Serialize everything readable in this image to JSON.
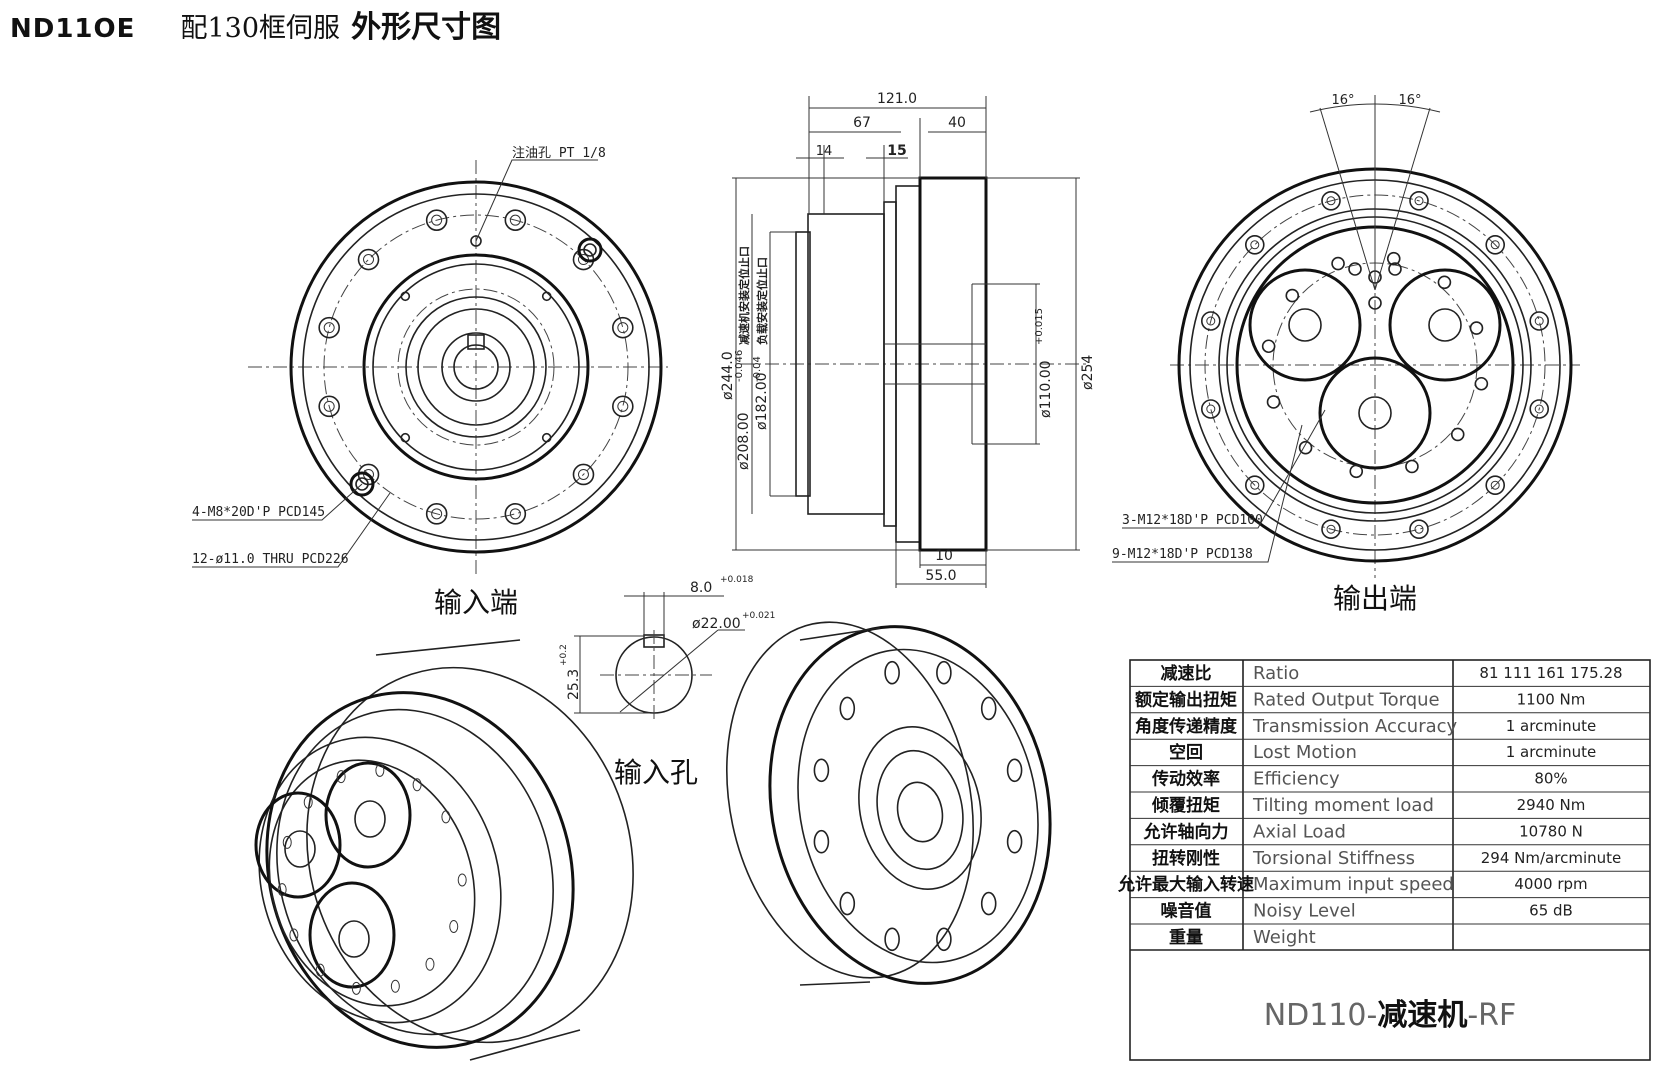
{
  "title": {
    "model": "ND11OE",
    "subtitle": "配130框伺服",
    "drawing_name": "外形尺寸图"
  },
  "input_view": {
    "oil_hole_note": "注油孔 PT 1/8",
    "tapped_holes_note": "4-M8*20D'P PCD145",
    "thru_holes_note": "12-ø11.0 THRU PCD226",
    "caption": "输入端"
  },
  "side_view": {
    "dims": {
      "overall": "121.0",
      "d67": "67",
      "d40": "40",
      "d14": "14",
      "d15": "15",
      "d10": "10",
      "d55": "55.0",
      "dia244": "ø244.0",
      "dia208": "ø208.00",
      "dia208_tol": "-0.046",
      "dia182": "ø182.00",
      "dia182_tol": "-0.04",
      "dia110": "ø110.00",
      "dia110_tol": "+0.015",
      "dia254": "ø254"
    },
    "notes": {
      "motor_spigot": "减速机安装定位止口",
      "load_spigot": "负载安装定位止口"
    }
  },
  "output_view": {
    "angle_left": "16°",
    "angle_right": "16°",
    "holes_pcd100": "3-M12*18D'P PCD100",
    "holes_pcd138": "9-M12*18D'P PCD138",
    "caption": "输出端"
  },
  "input_bore": {
    "key_width": "8.0",
    "key_width_tol": "+0.018",
    "bore_dia": "ø22.00",
    "bore_dia_tol": "+0.021",
    "key_depth": "25.3",
    "key_depth_tol": "+0.2",
    "caption": "输入孔"
  },
  "spec_table": {
    "rows": [
      {
        "cn": "减速比",
        "en": "Ratio",
        "value": "81 111 161 175.28"
      },
      {
        "cn": "额定输出扭矩",
        "en": "Rated Output Torque",
        "value": "1100 Nm"
      },
      {
        "cn": "角度传递精度",
        "en": "Transmission Accuracy",
        "value": "1 arcminute"
      },
      {
        "cn": "空回",
        "en": "Lost Motion",
        "value": "1 arcminute"
      },
      {
        "cn": "传动效率",
        "en": "Efficiency",
        "value": "80%"
      },
      {
        "cn": "倾覆扭矩",
        "en": "Tilting moment load",
        "value": "2940 Nm"
      },
      {
        "cn": "允许轴向力",
        "en": "Axial Load",
        "value": "10780 N"
      },
      {
        "cn": "扭转刚性",
        "en": "Torsional Stiffness",
        "value": "294 Nm/arcminute"
      },
      {
        "cn": "允许最大输入转速",
        "en": "Maximum input speed",
        "value": "4000 rpm"
      },
      {
        "cn": "噪音值",
        "en": "Noisy Level",
        "value": "65 dB"
      },
      {
        "cn": "重量",
        "en": "Weight",
        "value": ""
      }
    ],
    "footer_a": "ND110-",
    "footer_b": "减速机",
    "footer_c": "-RF"
  }
}
